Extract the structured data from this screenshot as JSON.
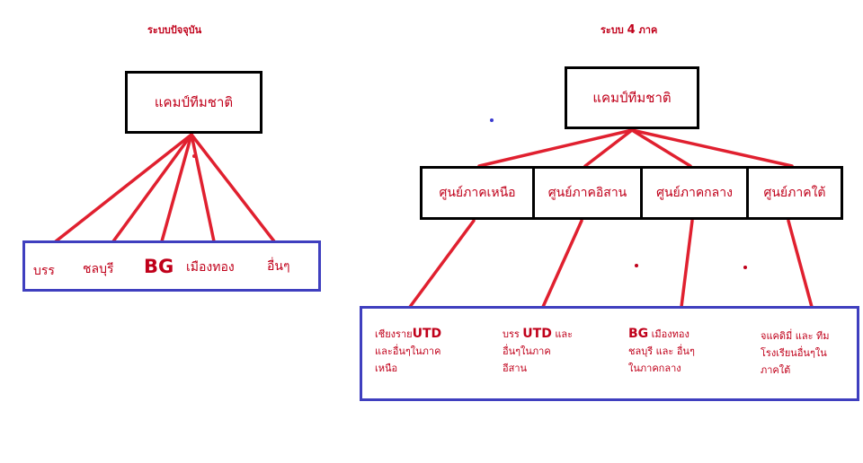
{
  "left": {
    "title": "ระบบปัจจุบัน",
    "root": "แคมป์ทีมชาติ",
    "leaves": [
      "บรร",
      "ชลบุรี",
      "BG",
      "เมืองทอง",
      "อื่นๆ"
    ]
  },
  "right": {
    "title_prefix": "ระบบ",
    "title_num": "4",
    "title_suffix": "ภาค",
    "root": "แคมป์ทีมชาติ",
    "centers": [
      "ศูนย์ภาคเหนือ",
      "ศูนย์ภาคอิสาน",
      "ศูนย์ภาคกลาง",
      "ศูนย์ภาคใต้"
    ],
    "details": [
      {
        "pre": "เชียงราย",
        "bold": "UTD",
        "post": "",
        "rest": [
          "และอื่นๆในภาค",
          "เหนือ"
        ]
      },
      {
        "pre": "บรร ",
        "bold": "UTD",
        "post": " และ",
        "rest": [
          "อื่นๆในภาค",
          "อีสาน"
        ]
      },
      {
        "pre": "",
        "bold": "BG",
        "post": " เมืองทอง",
        "rest": [
          "ชลบุรี และ อื่นๆ",
          "ในภาคกลาง"
        ]
      },
      {
        "pre": "จแคดิมี่ และ ทีม",
        "bold": "",
        "post": "",
        "rest": [
          "โรงเรียนอื่นๆใน",
          "ภาคใต้"
        ]
      }
    ]
  },
  "colors": {
    "line": "#e0202f",
    "text": "#c0001a",
    "box_border": "#000000",
    "blue_border": "#3f3fbf",
    "dot_blue": "#3b3bd0"
  }
}
